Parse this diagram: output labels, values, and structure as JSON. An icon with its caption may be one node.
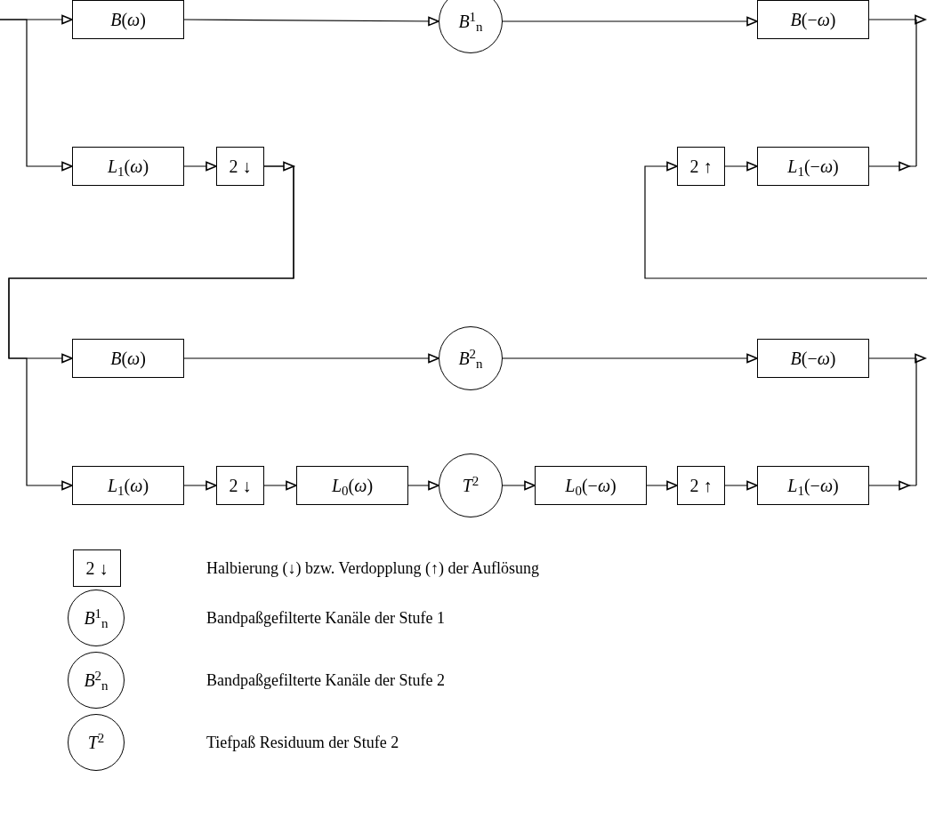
{
  "diagram": {
    "nodes": [
      {
        "text": [
          "*B*(*ω*)"
        ]
      },
      {
        "text": [
          "*B*$^{1}$$_{n}$"
        ]
      },
      {
        "text": [
          "*B*(−*ω*)"
        ]
      },
      {
        "text": [
          "*L*$_{1}$(*ω*)"
        ]
      },
      {
        "text": [
          "2 ↓"
        ]
      },
      {
        "text": [
          "2 ↑"
        ]
      },
      {
        "text": [
          "*L*$_{1}$(−*ω*)"
        ]
      },
      {
        "text": [
          "*B*(*ω*)"
        ]
      },
      {
        "text": [
          "*B*$^{2}$$_{n}$"
        ]
      },
      {
        "text": [
          "*B*(−*ω*)"
        ]
      },
      {
        "text": [
          "*L*$_{1}$(*ω*)"
        ]
      },
      {
        "text": [
          "2 ↓"
        ]
      },
      {
        "text": [
          "*L*$_{0}$(*ω*)"
        ]
      },
      {
        "text": [
          "*T*$^{2}$"
        ]
      },
      {
        "text": [
          "*L*$_{0}$(−*ω*)"
        ]
      },
      {
        "text": [
          "2 ↑"
        ]
      },
      {
        "text": [
          "*L*$_{1}$(−*ω*)"
        ]
      },
      {
        "text": [
          "2 ↓"
        ]
      },
      {
        "text": [
          "*B*$^{1}$$_{n}$"
        ]
      },
      {
        "text": [
          "*B*$^{2}$$_{n}$"
        ]
      },
      {
        "text": [
          "*T*$^{2}$"
        ]
      }
    ],
    "labels": [
      "Halbierung (↓) bzw. Verdopplung (↑) der Auflösung",
      "Bandpaßgefilterte Kanäle der Stufe 1",
      "Bandpaßgefilterte Kanäle der Stufe 2",
      "Tiefpaß Residuum der Stufe 2"
    ],
    "edges": [
      {
        "from": null,
        "to": 0,
        "arrow": "to"
      },
      {
        "from": null,
        "to": 3,
        "arrow": "to"
      },
      {
        "from": 0,
        "to": 1,
        "arrow": "to"
      },
      {
        "from": 1,
        "to": 2,
        "arrow": "to"
      },
      {
        "from": 2,
        "to": null,
        "arrow": "to"
      },
      {
        "from": 3,
        "to": 4,
        "arrow": "to"
      },
      {
        "from": 4,
        "to": 7,
        "arrow": "to"
      },
      {
        "from": 4,
        "to": 10,
        "arrow": "to"
      },
      {
        "from": 5,
        "to": 6,
        "arrow": "to"
      },
      {
        "from": 6,
        "to": null,
        "arrow": "to"
      },
      {
        "from": 7,
        "to": 8,
        "arrow": "to"
      },
      {
        "from": 8,
        "to": 9,
        "arrow": "to"
      },
      {
        "from": 9,
        "to": null,
        "arrow": "to"
      },
      {
        "from": 10,
        "to": 11,
        "arrow": "to"
      },
      {
        "from": 11,
        "to": 12,
        "arrow": "to"
      },
      {
        "from": 12,
        "to": 13,
        "arrow": "to"
      },
      {
        "from": 13,
        "to": 14,
        "arrow": "to"
      },
      {
        "from": 14,
        "to": 15,
        "arrow": "to"
      },
      {
        "from": 15,
        "to": 16,
        "arrow": "to"
      },
      {
        "from": 16,
        "to": null,
        "arrow": "to"
      },
      {
        "from": null,
        "to": 5,
        "arrow": "to"
      }
    ]
  }
}
